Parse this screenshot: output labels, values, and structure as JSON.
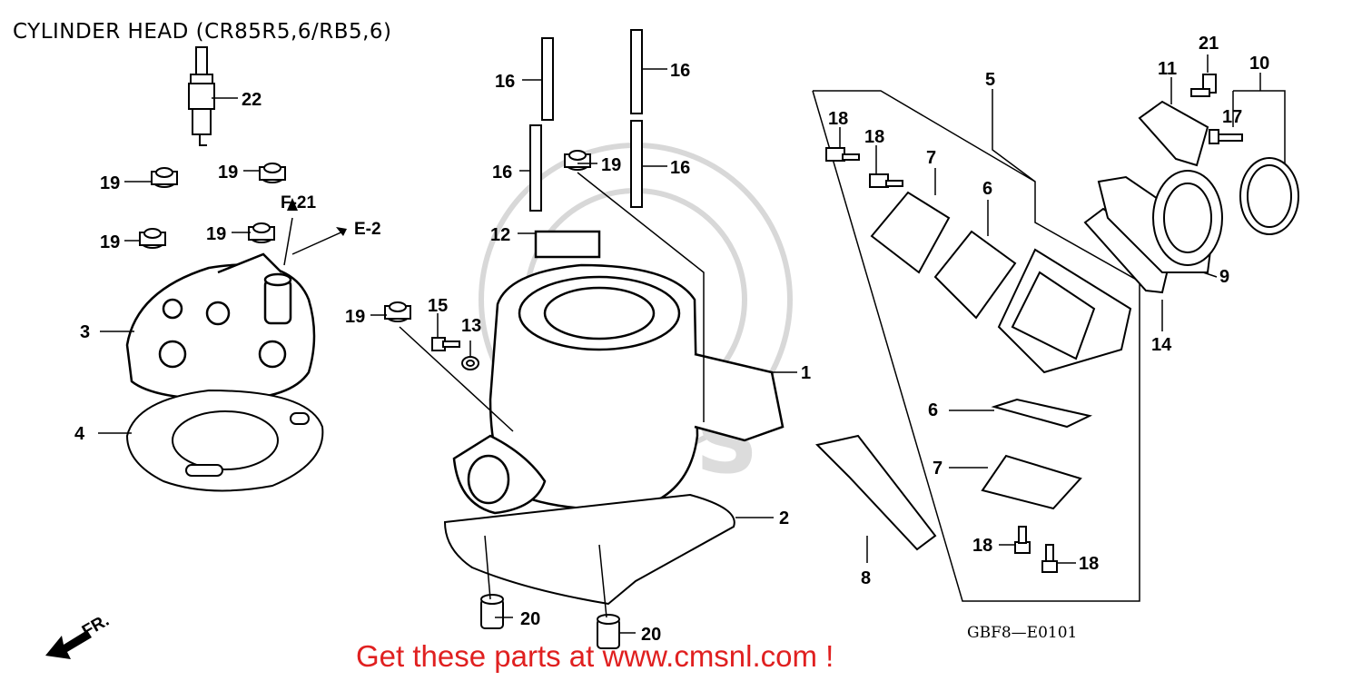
{
  "title": "CYLINDER HEAD (CR85R5,6/RB5,6)",
  "diagram_code": "GBF8—E0101",
  "promo_text": "Get these parts at www.cmsnl.com !",
  "watermark_text": "CMS",
  "direction_label": "FR.",
  "references": {
    "f21": "F-21",
    "e2": "E-2"
  },
  "colors": {
    "promo": "#e02020",
    "line": "#000000",
    "watermark": "#d8d8d8"
  },
  "callouts": {
    "c1": "1",
    "c2": "2",
    "c3": "3",
    "c4": "4",
    "c5": "5",
    "c6a": "6",
    "c6b": "6",
    "c7a": "7",
    "c7b": "7",
    "c8": "8",
    "c9": "9",
    "c10": "10",
    "c11": "11",
    "c12": "12",
    "c13": "13",
    "c14": "14",
    "c15": "15",
    "c16a": "16",
    "c16b": "16",
    "c16c": "16",
    "c16d": "16",
    "c17": "17",
    "c18a": "18",
    "c18b": "18",
    "c18c": "18",
    "c18d": "18",
    "c19a": "19",
    "c19b": "19",
    "c19c": "19",
    "c19d": "19",
    "c19e": "19",
    "c19f": "19",
    "c20a": "20",
    "c20b": "20",
    "c21": "21",
    "c22": "22"
  }
}
